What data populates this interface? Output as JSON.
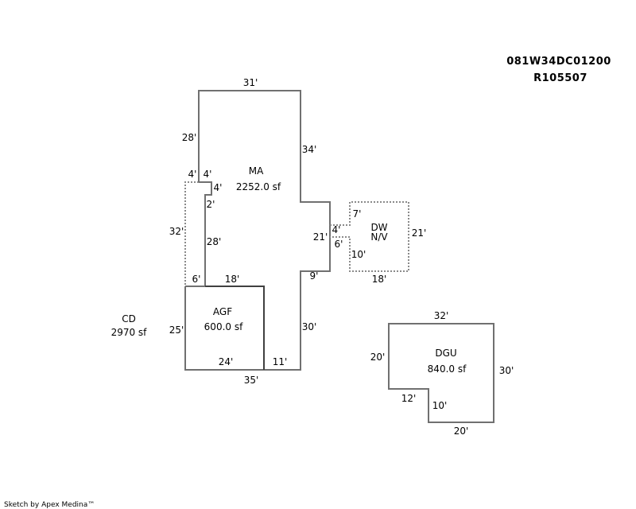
{
  "parcel": {
    "map_number": "081W34DC01200",
    "account": "R105507"
  },
  "areas": {
    "ma": {
      "code": "MA",
      "area": "2252.0 sf"
    },
    "agf": {
      "code": "AGF",
      "area": "600.0 sf"
    },
    "dw": {
      "code": "DW",
      "note": "N/V"
    },
    "cd": {
      "code": "CD",
      "area": "2970 sf"
    },
    "dgu": {
      "code": "DGU",
      "area": "840.0 sf"
    }
  },
  "dimensions": {
    "ma_top": "31'",
    "ma_left_upper": "28'",
    "ma_right_upper": "34'",
    "notch_left": "4'",
    "notch_top": "4'",
    "notch_right": "4'",
    "step": "2'",
    "ma_left_lower": "28'",
    "cd_left": "32'",
    "cd_bottom_left": "6'",
    "agf_top": "18'",
    "ma_bump_right": "21'",
    "ma_bump_bottom": "9'",
    "ma_right_lower": "30'",
    "agf_left": "25'",
    "agf_bottom": "24'",
    "bottom_right": "11'",
    "bottom_total": "35'",
    "dw_conn_top": "4'",
    "dw_conn_bottom": "6'",
    "dw_left_upper": "7'",
    "dw_left_lower": "10'",
    "dw_right": "21'",
    "dw_bottom": "18'",
    "dgu_top": "32'",
    "dgu_left": "20'",
    "dgu_right": "30'",
    "dgu_notch_h": "12'",
    "dgu_notch_v": "10'",
    "dgu_bottom": "20'"
  },
  "footer": {
    "credit": "Sketch by Apex Medina™"
  }
}
